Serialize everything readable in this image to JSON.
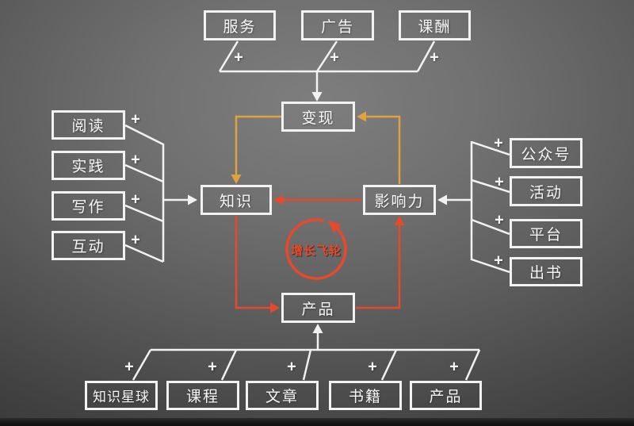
{
  "diagram": {
    "plus": "+",
    "center": {
      "label": "增长飞轮"
    },
    "nodes": {
      "monetize": "变现",
      "knowledge": "知识",
      "influence": "影响力",
      "product": "产品"
    },
    "monetize_inputs": [
      "服务",
      "广告",
      "课酬"
    ],
    "knowledge_inputs": [
      "阅读",
      "实践",
      "写作",
      "互动"
    ],
    "influence_inputs": [
      "公众号",
      "活动",
      "平台",
      "出书"
    ],
    "product_inputs": [
      "知识星球",
      "课程",
      "文章",
      "书籍",
      "产品"
    ],
    "colors": {
      "line": "#f2f2f2",
      "amber": "#dfa23e",
      "red": "#e8492a"
    }
  }
}
